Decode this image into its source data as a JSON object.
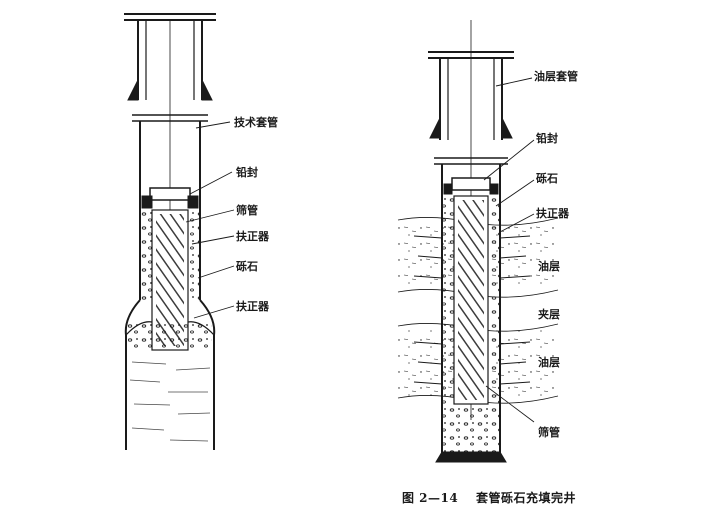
{
  "left_well": {
    "labels": {
      "tech_casing": "技术套管",
      "lead_seal": "铅封",
      "screen": "筛管",
      "centralizer_1": "扶正器",
      "gravel": "砾石",
      "centralizer_2": "扶正器"
    }
  },
  "right_well": {
    "labels": {
      "oil_casing": "油层套管",
      "lead_seal": "铅封",
      "gravel": "砾石",
      "centralizer": "扶正器",
      "oil_layer_1": "油层",
      "interlayer": "夹层",
      "oil_layer_2": "油层",
      "screen": "筛管"
    }
  },
  "caption": {
    "figure_no": "图 2—14",
    "title": "套管砾石充填完井"
  },
  "colors": {
    "ink": "#1a1a1a",
    "paper": "#ffffff"
  }
}
